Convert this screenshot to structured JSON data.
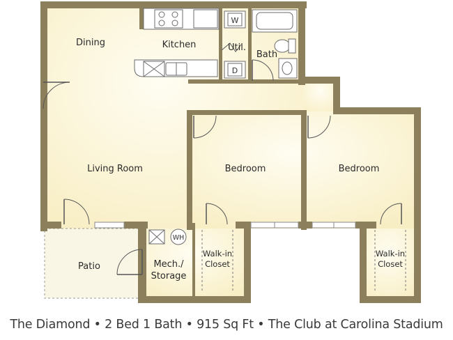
{
  "rooms": {
    "dining": "Dining",
    "kitchen": "Kitchen",
    "utility": "Util.",
    "bath": "Bath",
    "living_room": "Living Room",
    "bedroom_1": "Bedroom",
    "bedroom_2": "Bedroom",
    "patio": "Patio",
    "mech_storage_line1": "Mech./",
    "mech_storage_line2": "Storage",
    "walkin_closet_1_line1": "Walk-in",
    "walkin_closet_1_line2": "Closet",
    "walkin_closet_2_line1": "Walk-in",
    "walkin_closet_2_line2": "Closet"
  },
  "appliances": {
    "washer": "W",
    "dryer": "D",
    "water_heater": "WH"
  },
  "caption": "The Diamond • 2 Bed 1 Bath • 915 Sq Ft • The Club at Carolina Stadium",
  "colors": {
    "wall": "#8c7f5c",
    "floor_light": "#fdf8e2",
    "floor_warm": "#faf1cc",
    "patio_outline": "#9a9a9a"
  }
}
